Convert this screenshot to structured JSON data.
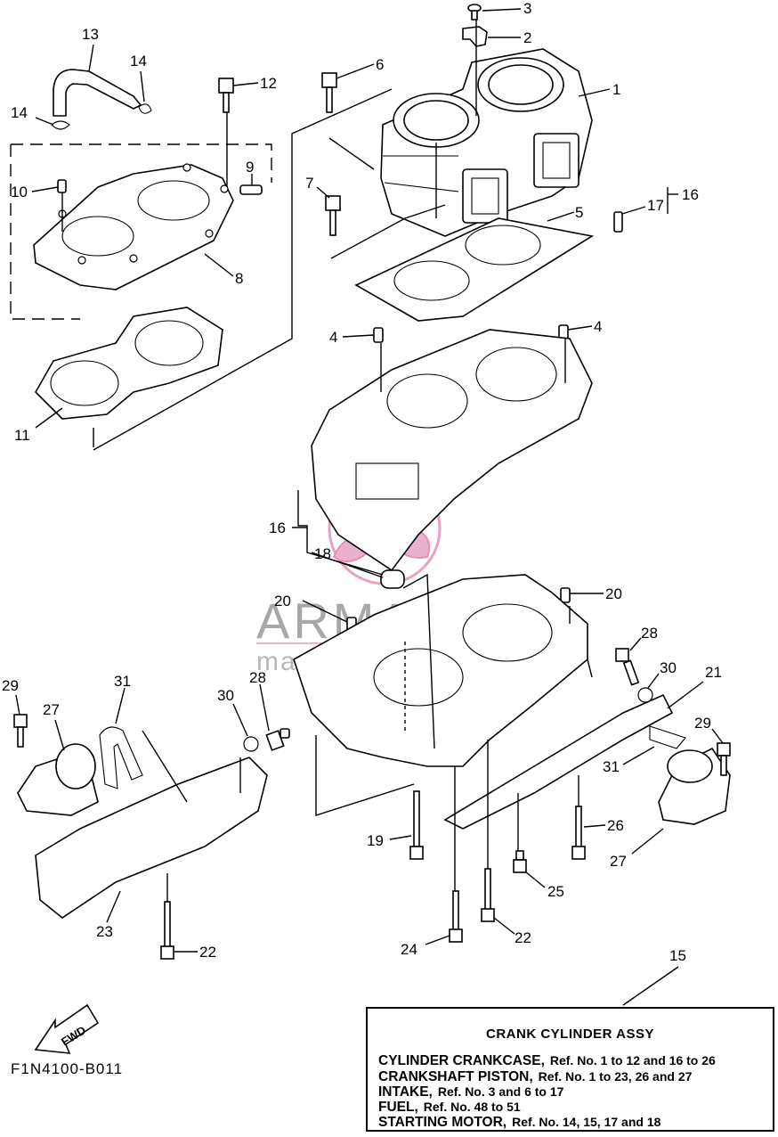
{
  "figure_code": "F1N4100-B011",
  "fwd_label": "FWD",
  "watermark": {
    "brand": "ARMADA",
    "sub": "marine outboards",
    "color": "#e8a0c4"
  },
  "callouts": [
    "1",
    "2",
    "3",
    "4",
    "4",
    "5",
    "6",
    "7",
    "8",
    "9",
    "10",
    "11",
    "12",
    "13",
    "14",
    "14",
    "15",
    "16",
    "16",
    "17",
    "18",
    "19",
    "20",
    "20",
    "21",
    "22",
    "22",
    "23",
    "24",
    "25",
    "26",
    "27",
    "27",
    "28",
    "28",
    "29",
    "29",
    "30",
    "30",
    "31",
    "31"
  ],
  "reference_box": {
    "title": "CRANK  CYLINDER ASSY",
    "rows": [
      {
        "key": "CYLINDER CRANKCASE,",
        "value": "Ref. No. 1 to 12 and 16 to 26"
      },
      {
        "key": "CRANKSHAFT PISTON,",
        "value": "Ref. No. 1 to 23, 26 and 27"
      },
      {
        "key": "INTAKE,",
        "value": "Ref. No. 3 and 6 to 17"
      },
      {
        "key": "FUEL,",
        "value": "Ref. No. 48 to 51"
      },
      {
        "key": "STARTING MOTOR,",
        "value": "Ref. No. 14, 15, 17 and 18"
      }
    ]
  }
}
